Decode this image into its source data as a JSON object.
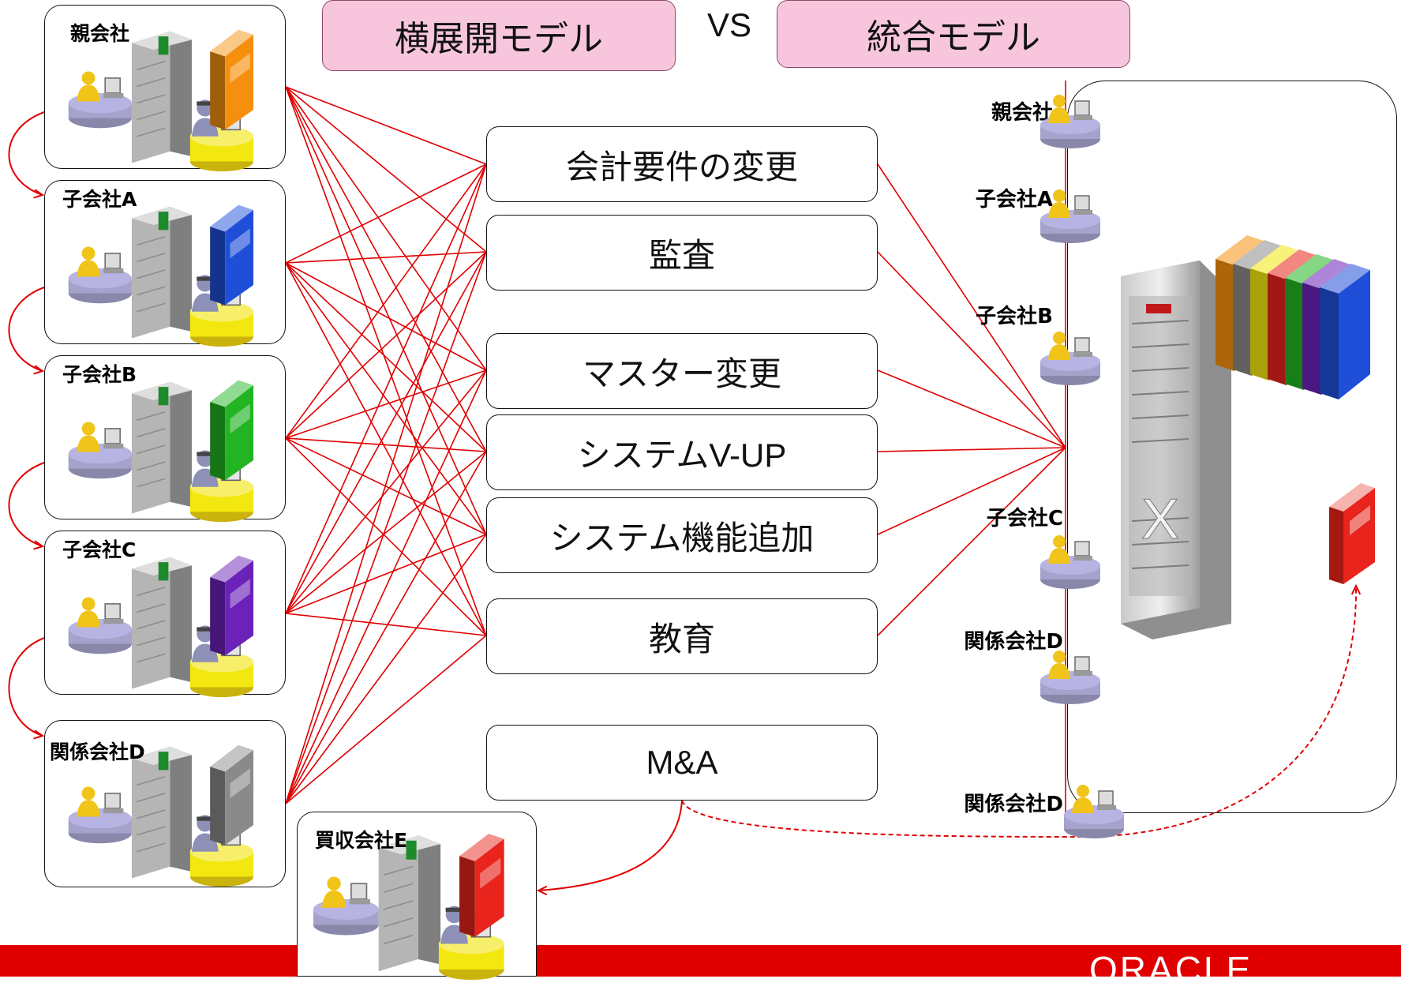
{
  "colors": {
    "wire": "#e00000",
    "pink_header": "#f7c6dd",
    "footer": "#e00000",
    "user_disc": "#b7b4e3",
    "person": "#f0c419",
    "desk": "#f2e70f"
  },
  "header": {
    "left_model": "横展開モデル",
    "vs": "VS",
    "right_model": "統合モデル"
  },
  "left_companies": [
    {
      "label": "親会社",
      "book_color": "#f5900e"
    },
    {
      "label": "子会社A",
      "book_color": "#1f4fd8"
    },
    {
      "label": "子会社B",
      "book_color": "#22b422"
    },
    {
      "label": "子会社C",
      "book_color": "#6b22b8"
    },
    {
      "label": "関係会社D",
      "book_color": "#8a8a8a"
    }
  ],
  "acquired": {
    "label": "買収会社E",
    "book_color": "#e8241c"
  },
  "tasks": [
    "会計要件の変更",
    "監査",
    "マスター変更",
    "システムV-UP",
    "システム機能追加",
    "教育",
    "M&A"
  ],
  "right_panel": {
    "users": [
      "親会社",
      "子会社A",
      "子会社B",
      "子会社C",
      "関係会社D"
    ],
    "outside_user": "関係会社D",
    "exadata_mark": "X",
    "book_colors": [
      "#f5900e",
      "#8a8a8a",
      "#f2e70f",
      "#e8241c",
      "#22b422",
      "#6b22b8",
      "#1f4fd8"
    ],
    "new_book_color": "#e8241c"
  },
  "footer": {
    "logo": "ORACLE"
  }
}
